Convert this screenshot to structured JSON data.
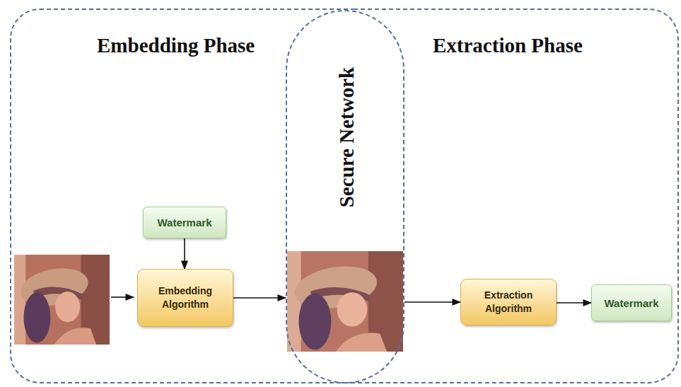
{
  "diagram": {
    "nodes": [
      {
        "text": [
          "Embedding Phase"
        ]
      },
      {
        "text": [
          "Secure Network"
        ]
      },
      {
        "text": [
          "Extraction Phase"
        ]
      },
      {
        "text": [
          "Watermark"
        ],
        "in": 0
      },
      {
        "text": [
          "Embedding Algorithm"
        ],
        "in": 0
      },
      {
        "text": [
          "Extraction Algorithm"
        ],
        "in": 2
      },
      {
        "text": [
          "Watermark"
        ],
        "in": 2
      }
    ],
    "edges": [
      {
        "from": 3,
        "to": 4,
        "arrow": "to"
      },
      {
        "from": 4,
        "to": 1,
        "arrow": "to"
      },
      {
        "from": 1,
        "to": 5,
        "arrow": "to"
      },
      {
        "from": 5,
        "to": 6,
        "arrow": "to"
      }
    ]
  }
}
